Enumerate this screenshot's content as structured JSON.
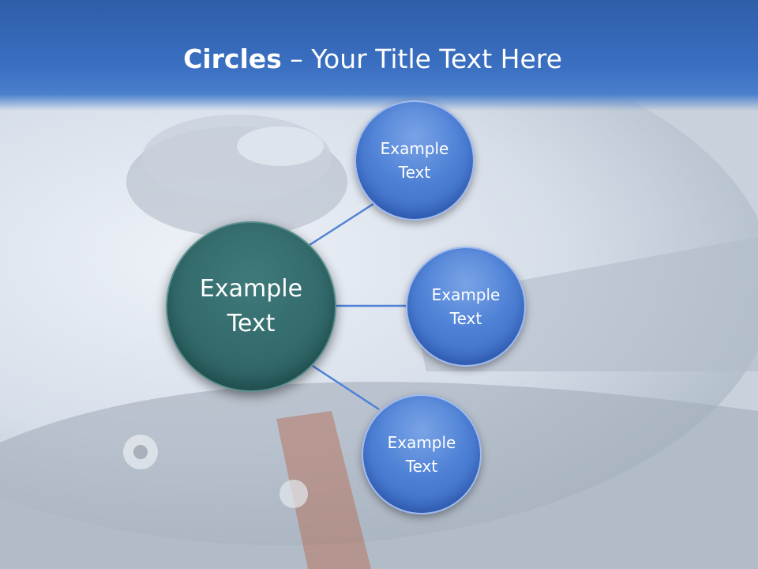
{
  "title": {
    "bold": "Circles",
    "rest": " – Your Title Text Here"
  },
  "center_node": {
    "label_line1": "Example",
    "label_line2": "Text",
    "color": "#336a6b"
  },
  "nodes": [
    {
      "label_line1": "Example",
      "label_line2": "Text"
    },
    {
      "label_line1": "Example",
      "label_line2": "Text"
    },
    {
      "label_line1": "Example",
      "label_line2": "Text"
    }
  ],
  "colors": {
    "header": "#3a6fc1",
    "node": "#4f82d6",
    "connector": "#4f82d6"
  }
}
